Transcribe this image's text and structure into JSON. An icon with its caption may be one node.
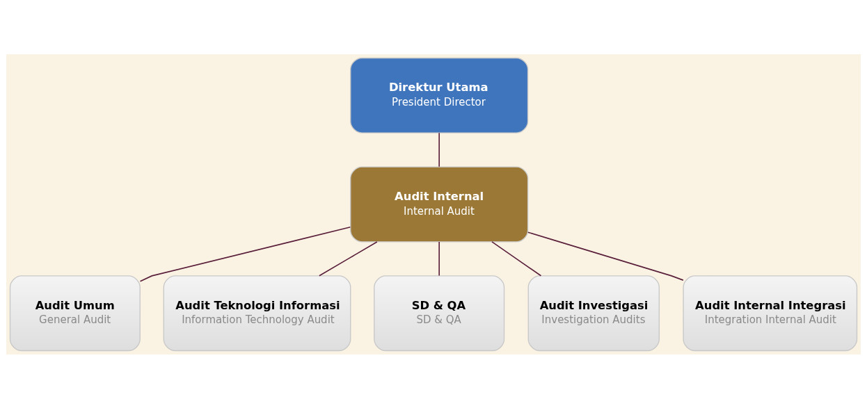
{
  "diagram": {
    "nodes": [
      {
        "text": [
          "Direktur Utama",
          "President Director"
        ]
      },
      {
        "text": [
          "Audit Internal",
          "Internal Audit"
        ]
      },
      {
        "text": [
          "Audit Umum",
          "General Audit"
        ]
      },
      {
        "text": [
          "Audit Teknologi Informasi",
          "Information Technology Audit"
        ]
      },
      {
        "text": [
          "SD & QA",
          "SD & QA"
        ]
      },
      {
        "text": [
          "Audit Investigasi",
          "Investigation Audits"
        ]
      },
      {
        "text": [
          "Audit Internal Integrasi",
          "Integration Internal Audit"
        ]
      }
    ],
    "edges": [
      {
        "from": 0,
        "to": 1,
        "arrow": "none"
      },
      {
        "from": 1,
        "to": 2,
        "arrow": "none"
      },
      {
        "from": 1,
        "to": 3,
        "arrow": "none"
      },
      {
        "from": 1,
        "to": 4,
        "arrow": "none"
      },
      {
        "from": 1,
        "to": 5,
        "arrow": "none"
      },
      {
        "from": 1,
        "to": 6,
        "arrow": "none"
      }
    ]
  }
}
